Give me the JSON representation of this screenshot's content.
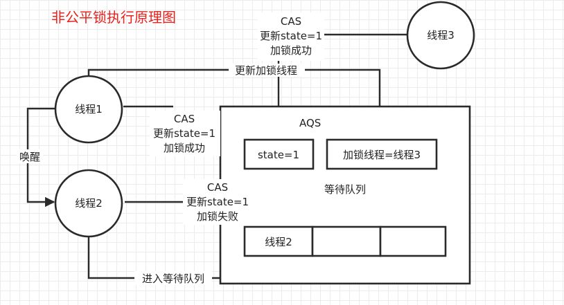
{
  "title": "非公平锁执行原理图",
  "nodes": {
    "thread1": "线程1",
    "thread2": "线程2",
    "thread3": "线程3",
    "aqs": "AQS",
    "state": "state=1",
    "lock_thread": "加锁线程=线程3",
    "queue_cell_1": "线程2"
  },
  "labels": {
    "cas_top": [
      "CAS",
      "更新state=1",
      "加锁成功"
    ],
    "update_lock_thread": "更新加锁线程",
    "cas_mid": [
      "CAS",
      "更新state=1",
      "加锁成功"
    ],
    "cas_fail": [
      "CAS",
      "更新state=1",
      "加锁失败"
    ],
    "wakeup": "唤醒",
    "wait_queue": "等待队列",
    "enter_queue": "进入等待队列"
  }
}
